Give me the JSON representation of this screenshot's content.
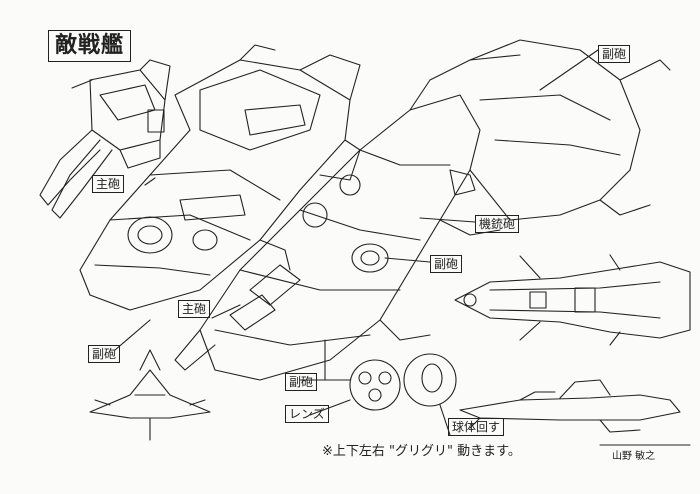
{
  "sheet": {
    "title": "敵戦艦",
    "labels": {
      "main_gun_top": "主砲",
      "sub_gun_top_right": "副砲",
      "main_gun_left": "主砲",
      "sub_gun_middle": "副砲",
      "machine_gun": "機銃砲",
      "sub_gun_left_bottom": "副砲",
      "sub_gun_bottom": "副砲",
      "lens": "レンズ",
      "sphere_rotating": "球体回す"
    },
    "note": "※上下左右 \"グリグリ\" 動きます。",
    "signature": "山野 敏之"
  },
  "colors": {
    "paper": "#fbfbf9",
    "ink": "#222222"
  }
}
